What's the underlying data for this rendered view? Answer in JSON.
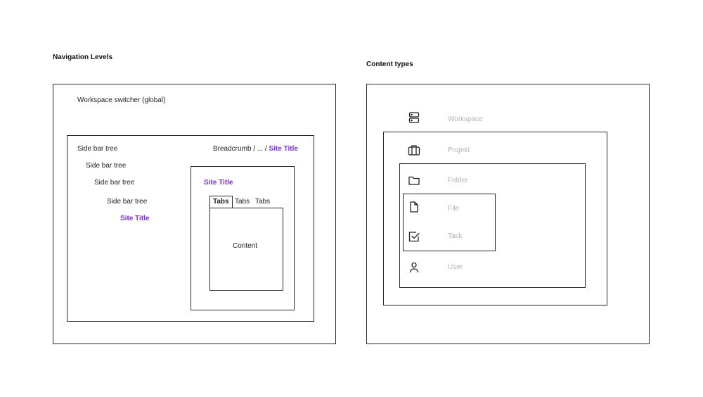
{
  "nav": {
    "heading": "Navigation Levels",
    "workspace_switcher": "Workspace switcher (global)",
    "tree": [
      "Side bar tree",
      "Side bar tree",
      "Side bar tree",
      "Side bar tree"
    ],
    "sidebar_site_title": "Site Title",
    "breadcrumb_prefix": "Breadcrumb / ... / ",
    "breadcrumb_site_title": "Site Title",
    "page_site_title": "Site Title",
    "tabs": [
      "Tabs",
      "Tabs",
      "Tabs"
    ],
    "content": "Content",
    "accent_color": "#7b2fd6"
  },
  "types": {
    "heading": "Content types",
    "items": [
      {
        "label": "Workspace",
        "icon": "server-icon"
      },
      {
        "label": "Projekt",
        "icon": "briefcase-icon"
      },
      {
        "label": "Folder",
        "icon": "folder-icon"
      },
      {
        "label": "File",
        "icon": "file-icon"
      },
      {
        "label": "Task",
        "icon": "checkbox-icon"
      },
      {
        "label": "User",
        "icon": "user-icon"
      }
    ],
    "label_color": "#b3b3b3"
  }
}
